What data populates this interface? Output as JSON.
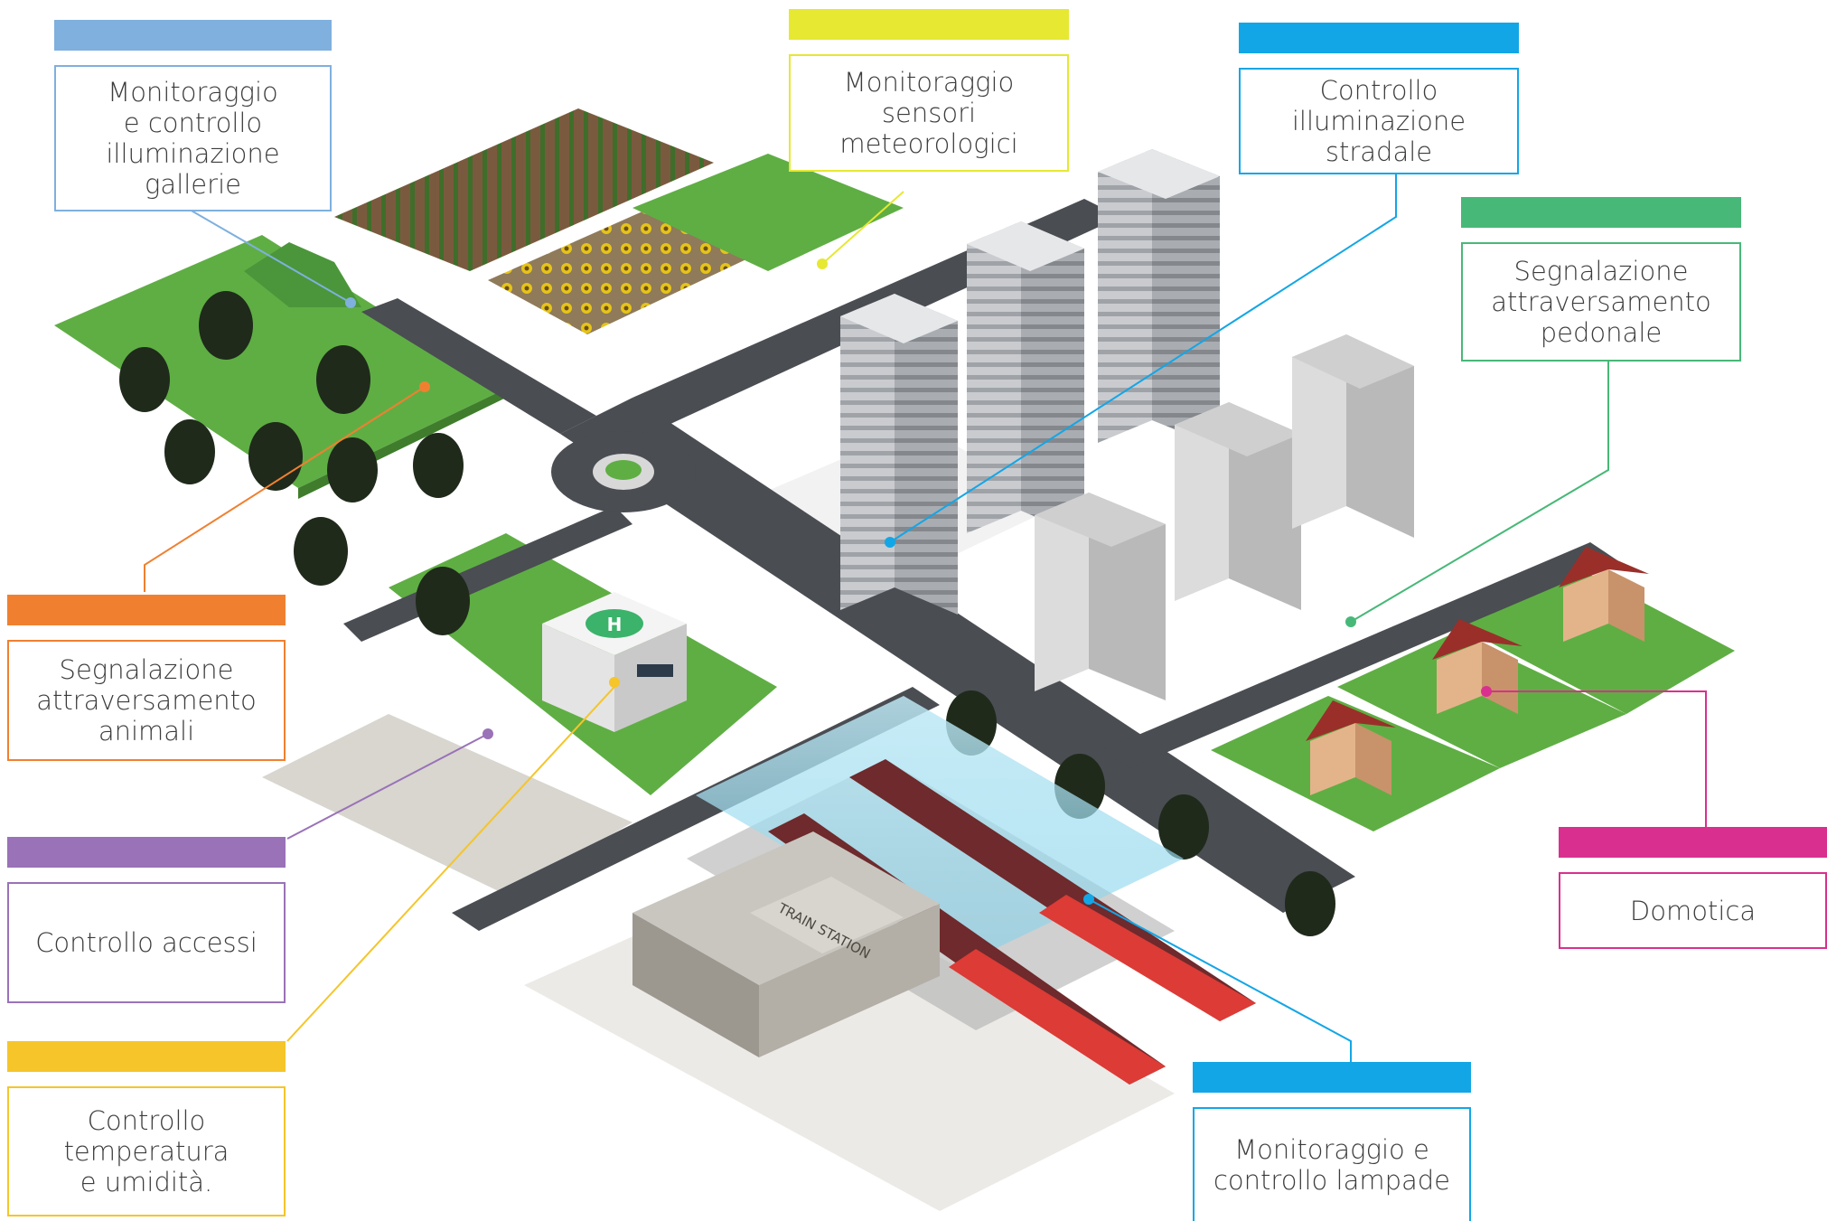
{
  "colors": {
    "blue_light": "#7fb0de",
    "yellow_green": "#e6e832",
    "cyan": "#13a6e6",
    "green": "#48b878",
    "orange": "#f08030",
    "purple": "#9a72b8",
    "yellow": "#f5c52a",
    "magenta": "#d9308f",
    "grass": "#5fae44",
    "road": "#4a4d52",
    "train_red": "#dc3b36",
    "train_maroon": "#6e2a2c"
  },
  "station_sign": "TRAIN STATION",
  "helipad_letter": "H",
  "callouts": [
    {
      "id": "gallerie",
      "text": "Monitoraggio\n e controllo\nilluminazione\ngallerie",
      "color": "#7fb0de"
    },
    {
      "id": "meteo",
      "text": "Monitoraggio\nsensori\nmeteorologici",
      "color": "#e6e832"
    },
    {
      "id": "stradale",
      "text": "Controllo\nilluminazione\nstradale",
      "color": "#13a6e6"
    },
    {
      "id": "pedonale",
      "text": "Segnalazione\nattraversamento\npedonale",
      "color": "#48b878"
    },
    {
      "id": "animali",
      "text": "Segnalazione\nattraversamento\nanimali",
      "color": "#f08030"
    },
    {
      "id": "accessi",
      "text": "Controllo accessi",
      "color": "#9a72b8"
    },
    {
      "id": "domotica",
      "text": "Domotica",
      "color": "#d9308f"
    },
    {
      "id": "temperatura",
      "text": "Controllo\ntemperatura\ne umidità.",
      "color": "#f5c52a"
    },
    {
      "id": "lampade",
      "text": "Monitoraggio e\ncontrollo lampade",
      "color": "#13a6e6"
    }
  ]
}
